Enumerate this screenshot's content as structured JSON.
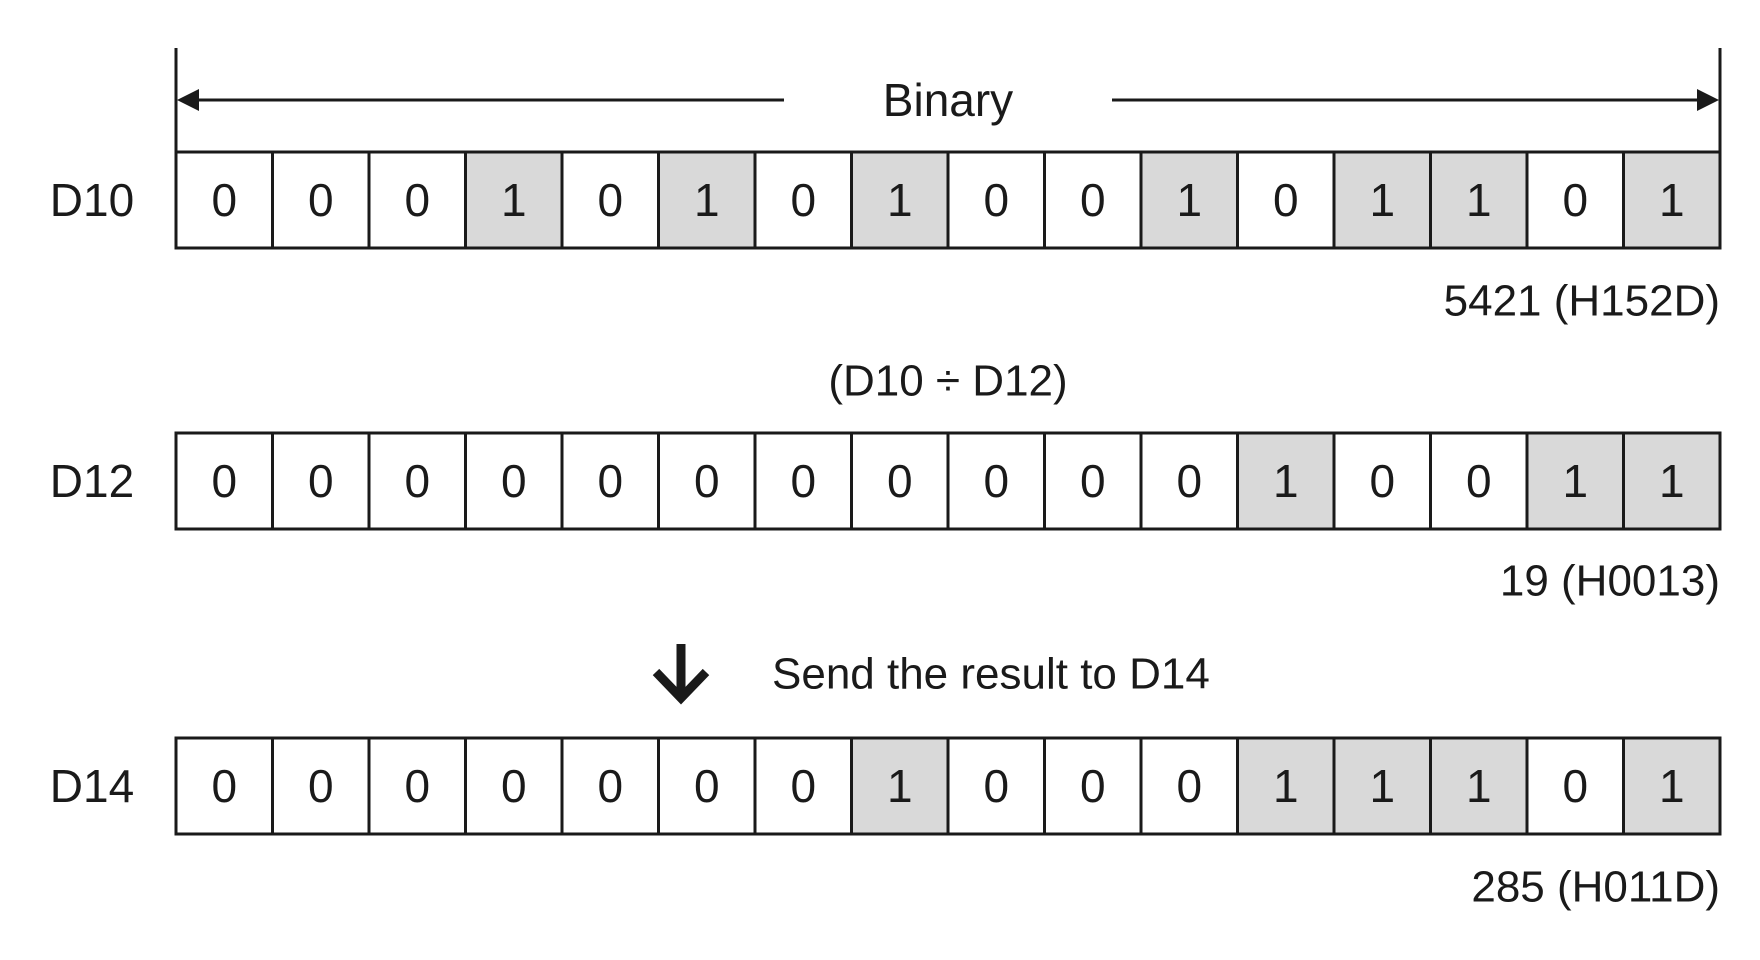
{
  "binary_label": "Binary",
  "operation_label": "(D10 ÷ D12)",
  "result_caption": "Send the result to D14",
  "shaded_color": "#d9d9d9",
  "plain_color": "#ffffff",
  "icons": {
    "result_arrow": "arrow-down-icon",
    "span_arrow": "double-headed-arrow-icon"
  },
  "registers": [
    {
      "name": "D10",
      "bits": [
        0,
        0,
        0,
        1,
        0,
        1,
        0,
        1,
        0,
        0,
        1,
        0,
        1,
        1,
        0,
        1
      ],
      "value_text": "5421 (H152D)"
    },
    {
      "name": "D12",
      "bits": [
        0,
        0,
        0,
        0,
        0,
        0,
        0,
        0,
        0,
        0,
        0,
        1,
        0,
        0,
        1,
        1
      ],
      "value_text": "19 (H0013)"
    },
    {
      "name": "D14",
      "bits": [
        0,
        0,
        0,
        0,
        0,
        0,
        0,
        1,
        0,
        0,
        0,
        1,
        1,
        1,
        0,
        1
      ],
      "value_text": "285 (H011D)"
    }
  ]
}
